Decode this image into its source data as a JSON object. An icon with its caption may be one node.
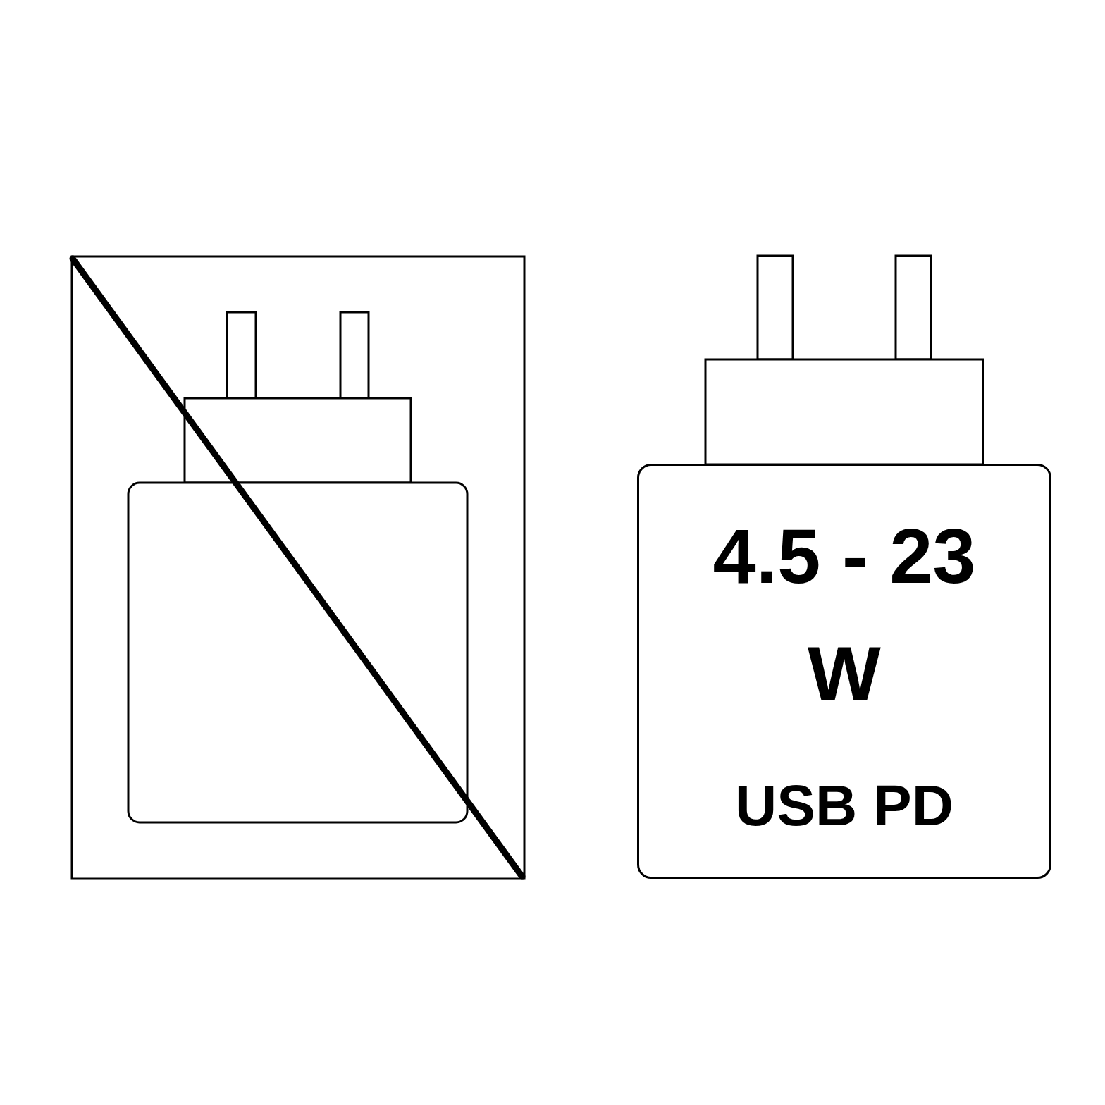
{
  "diagram": {
    "nodes": [
      {
        "text": [],
        "shape": "picture"
      },
      {
        "text": [
          "4.5 - 23 W",
          "USB PD"
        ]
      }
    ]
  }
}
